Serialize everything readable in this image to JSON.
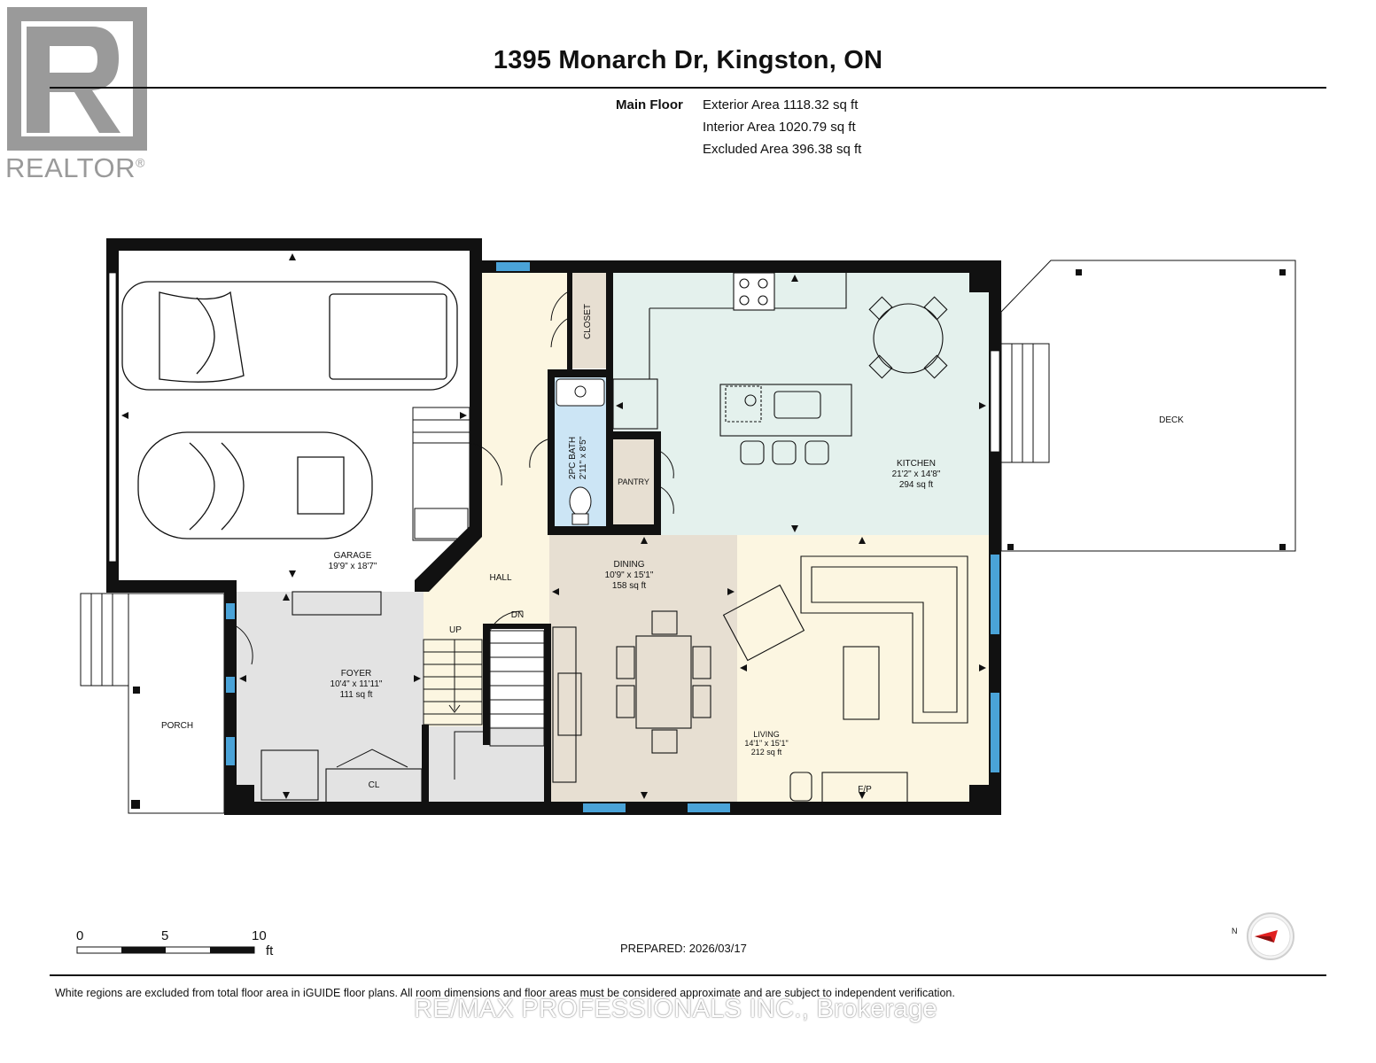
{
  "header": {
    "title": "1395 Monarch Dr, Kingston, ON",
    "floor": "Main Floor",
    "areas": [
      "Exterior Area 1118.32 sq ft",
      "Interior Area 1020.79 sq ft",
      "Excluded Area 396.38 sq ft"
    ]
  },
  "logo": {
    "text": "REALTOR",
    "mark": "®",
    "icon": "realtor-r-icon",
    "color": "#9a9a9a"
  },
  "rooms": {
    "garage": {
      "name": "GARAGE",
      "dims": "19'9\" x 18'7\""
    },
    "kitchen": {
      "name": "KITCHEN",
      "dims": "21'2\" x 14'8\"",
      "area": "294 sq ft"
    },
    "dining": {
      "name": "DINING",
      "dims": "10'9\" x 15'1\"",
      "area": "158 sq ft"
    },
    "living": {
      "name": "LIVING",
      "dims": "14'1\" x 15'1\"",
      "area": "212 sq ft"
    },
    "foyer": {
      "name": "FOYER",
      "dims": "10'4\" x 11'11\"",
      "area": "111 sq ft"
    },
    "bath": {
      "name": "2PC BATH",
      "dims": "2'11\" x 8'5\""
    },
    "hall": "HALL",
    "closet": "CLOSET",
    "pantry": "PANTRY",
    "porch": "PORCH",
    "deck": "DECK",
    "cl": "CL",
    "fp": "F/P",
    "up": "UP",
    "dn": "DN"
  },
  "colors": {
    "kitchen": "#e4f1ed",
    "hall": "#fcf6e1",
    "living": "#fcf6e1",
    "dining": "#e7dfd2",
    "foyer": "#e3e3e3",
    "stairs": "#e3e3e3",
    "closet": "#e7dfd2",
    "bath": "#cce5f5",
    "window": "#4aa3d8",
    "wall": "#111111"
  },
  "scale": {
    "ticks": [
      "0",
      "5",
      "10"
    ],
    "unit": "ft"
  },
  "compass": {
    "label": "N",
    "icon": "compass-icon"
  },
  "prepared": "PREPARED: 2026/03/17",
  "disclaimer": "White regions are excluded from total floor area in iGUIDE floor plans. All room dimensions and floor areas must be considered approximate and are subject to independent verification.",
  "watermark": "RE/MAX PROFESSIONALS INC., Brokerage"
}
